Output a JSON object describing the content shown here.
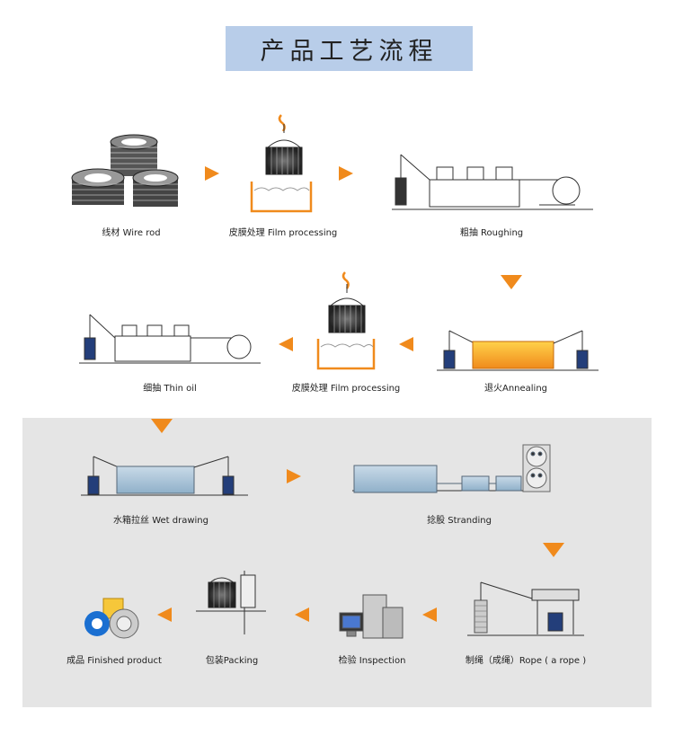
{
  "title": "产品工艺流程",
  "steps": [
    {
      "label": "线材 Wire rod"
    },
    {
      "label": "皮膜处理 Film processing"
    },
    {
      "label": "粗抽 Roughing"
    },
    {
      "label": "退火Annealing"
    },
    {
      "label": "皮膜处理 Film processing"
    },
    {
      "label": "细抽 Thin oil"
    },
    {
      "label": "水箱拉丝 Wet drawing"
    },
    {
      "label": "捻股 Stranding"
    },
    {
      "label": "制绳（成绳）Rope ( a rope )"
    },
    {
      "label": "检验 Inspection"
    },
    {
      "label": "包装Packing"
    },
    {
      "label": "成品 Finished product"
    }
  ],
  "colors": {
    "arrow": "#f08a1c",
    "title_bg": "#b8cde9",
    "panel_bg": "#e5e5e5",
    "annealing_fill": "#f7a71f"
  }
}
